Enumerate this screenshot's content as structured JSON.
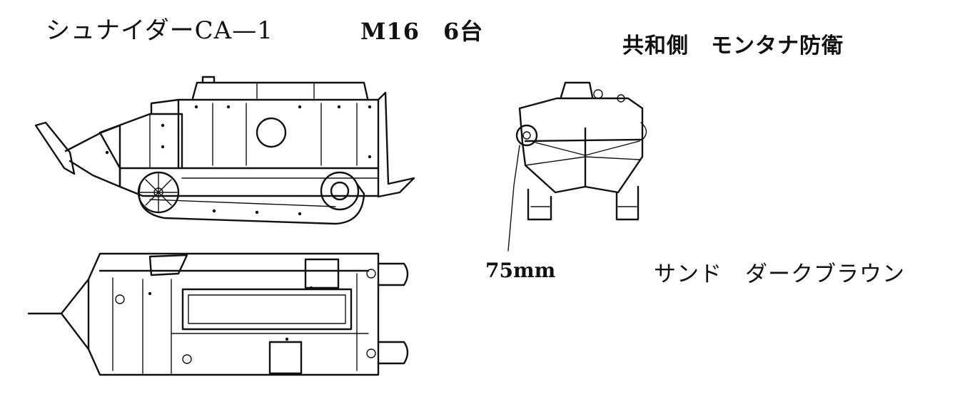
{
  "title": "シュナイダーCA—1",
  "model_count": "M16　6台",
  "faction": "共和側　モンタナ防衛",
  "gun_label": "75mm",
  "colors": "サンド　ダークブラウン",
  "ink_color": "#111111",
  "paper_color": "#ffffff"
}
